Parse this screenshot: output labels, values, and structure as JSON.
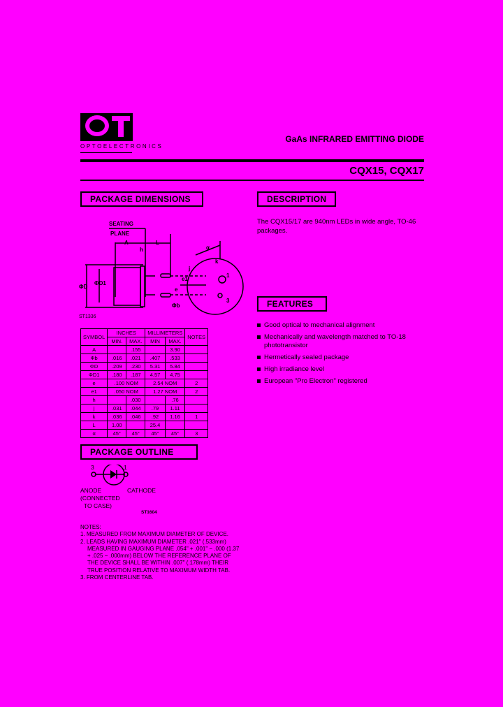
{
  "header": {
    "logo_text": "QT",
    "logo_subtitle": "OPTOELECTRONICS",
    "title": "GaAs INFRARED EMITTING DIODE",
    "part_numbers": "CQX15, CQX17"
  },
  "sections": {
    "package_dimensions": "PACKAGE DIMENSIONS",
    "description": "DESCRIPTION",
    "features": "FEATURES",
    "package_outline": "PACKAGE OUTLINE"
  },
  "description": "The CQX15/17 are 940nm LEDs in wide angle, TO-46 packages.",
  "features": [
    "Good optical to mechanical alignment",
    "Mechanically and wavelength matched to TO-18 phototransistor",
    "Hermetically sealed package",
    "High irradiance level",
    "European \"Pro Electron\" registered"
  ],
  "drawing": {
    "seating": "SEATING",
    "plane": "PLANE",
    "A": "A",
    "h": "h",
    "L": "L",
    "alpha": "α",
    "j": "j",
    "k": "k",
    "e": "e",
    "e1": "e1",
    "D": "ΦD",
    "D1": "ΦD1",
    "b": "Φb",
    "pin1": "1",
    "pin3": "3",
    "ref": "ST1336"
  },
  "table": {
    "headers": {
      "symbol": "SYMBOL",
      "inches": "INCHES",
      "mm": "MILLIMETERS",
      "notes": "NOTES",
      "min": "MIN.",
      "max": "MAX.",
      "mmmin": "MIN",
      "mmmax": "MAX."
    },
    "rows": [
      [
        "A",
        "",
        ".155",
        "",
        "3.90",
        ""
      ],
      [
        "Φb",
        ".016",
        ".021",
        ".407",
        ".533",
        ""
      ],
      [
        "ΦD",
        ".209",
        ".230",
        "5.31",
        "5.84",
        ""
      ],
      [
        "ΦD1",
        ".180",
        ".187",
        "4.57",
        "4.75",
        ""
      ],
      [
        "e",
        ".100 NOM",
        "",
        "2.54 NOM",
        "",
        "2"
      ],
      [
        "e1",
        ".050 NOM",
        "",
        "1.27 NOM",
        "",
        "2"
      ],
      [
        "h",
        "",
        ".030",
        "",
        ".76",
        ""
      ],
      [
        "j",
        ".031",
        ".044",
        ".79",
        "1.11",
        ""
      ],
      [
        "k",
        ".036",
        ".046",
        ".92",
        "1.16",
        "1"
      ],
      [
        "L",
        "1.00",
        "",
        "25.4",
        "",
        ""
      ],
      [
        "α",
        "45°",
        "45°",
        "45°",
        "45°",
        "3"
      ]
    ]
  },
  "outline": {
    "pin3": "3",
    "pin1": "1",
    "anode": "ANODE",
    "connected": "(CONNECTED",
    "to_case": "TO CASE)",
    "cathode": "CATHODE",
    "ref": "ST1604"
  },
  "notes": {
    "title": "NOTES:",
    "items": [
      "1.  MEASURED FROM MAXIMUM DIAMETER OF DEVICE.",
      "2.  LEADS HAVING MAXIMUM DIAMETER .021\" (.533mm) MEASURED IN GAUGING PLANE .054\" + .001\" − .000 (1.37 + .025 − .000mm) BELOW THE REFERENCE PLANE OF THE DEVICE SHALL BE WITHIN .007\" (.178mm) THEIR TRUE POSITION RELATIVE TO MAXIMUM WIDTH TAB.",
      "3.  FROM CENTERLINE TAB."
    ]
  }
}
